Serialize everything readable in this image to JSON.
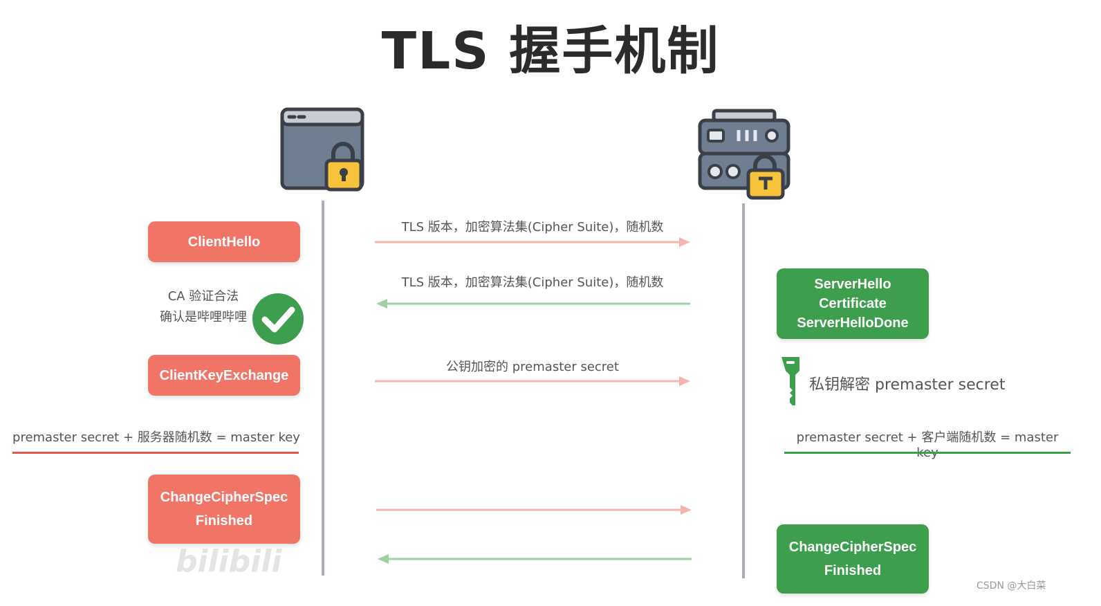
{
  "title": "TLS 握手机制",
  "icons": {
    "client": "browser-lock-icon",
    "server": "server-lock-icon",
    "check": "checkmark-icon",
    "key": "key-icon"
  },
  "colors": {
    "client_accent": "#f17566",
    "server_accent": "#3d9f4e",
    "lifeline": "#a9aeb8",
    "arrow_to_server": "#f4b4ab",
    "arrow_to_client": "#9fd0a4"
  },
  "client": {
    "client_hello": "ClientHello",
    "ca_note_line1": "CA 验证合法",
    "ca_note_line2": "确认是哔哩哔哩",
    "client_key_exchange": "ClientKeyExchange",
    "master_key_formula": "premaster secret + 服务器随机数 = master key",
    "change_cipher_spec": "ChangeCipherSpec",
    "finished": "Finished"
  },
  "server": {
    "server_hello": "ServerHello",
    "certificate": "Certificate",
    "server_hello_done": "ServerHelloDone",
    "decrypt_note": "私钥解密 premaster secret",
    "master_key_formula": "premaster secret + 客户端随机数 = master key",
    "change_cipher_spec": "ChangeCipherSpec",
    "finished": "Finished"
  },
  "messages": {
    "client_to_server_1": "TLS 版本，加密算法集(Cipher Suite)，随机数",
    "server_to_client_1": "TLS 版本，加密算法集(Cipher Suite)，随机数",
    "client_to_server_2": "公钥加密的 premaster secret"
  },
  "watermarks": {
    "bilibili": "bilibili",
    "csdn": "CSDN @大白菜"
  }
}
